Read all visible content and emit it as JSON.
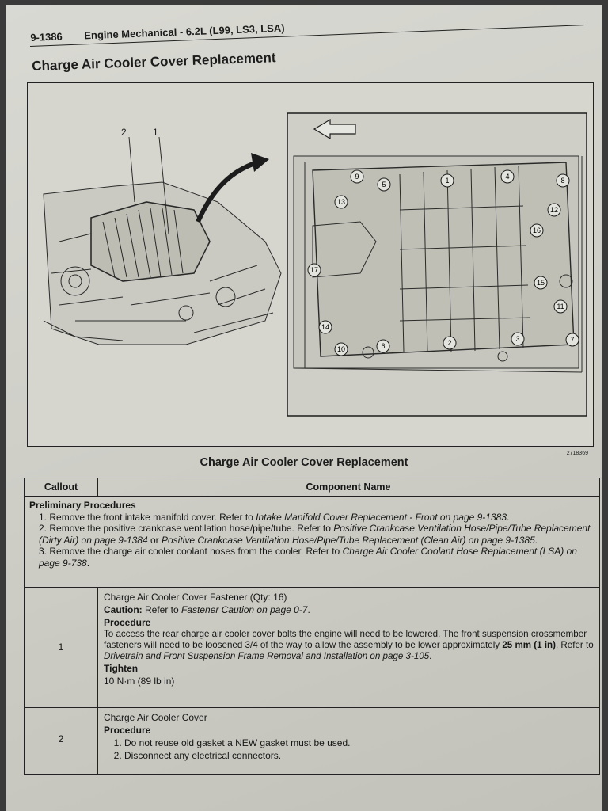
{
  "header": {
    "page_number": "9-1386",
    "manual_section": "Engine Mechanical - 6.2L (L99, LS3, LSA)",
    "section_title": "Charge Air Cooler Cover Replacement"
  },
  "figure": {
    "left_callouts": [
      "2",
      "1"
    ],
    "bolt_callouts": [
      "1",
      "2",
      "3",
      "4",
      "5",
      "6",
      "7",
      "8",
      "9",
      "10",
      "11",
      "12",
      "13",
      "14",
      "15",
      "16",
      "17"
    ],
    "figure_id": "2718369"
  },
  "table": {
    "title": "Charge Air Cooler Cover Replacement",
    "headers": {
      "callout": "Callout",
      "component": "Component Name"
    },
    "preliminary": {
      "heading": "Preliminary Procedures",
      "items": [
        {
          "num": "1.",
          "text": "Remove the front intake manifold cover. Refer to ",
          "ref": "Intake Manifold Cover Replacement - Front on page 9-1383",
          "tail": "."
        },
        {
          "num": "2.",
          "text": "Remove the positive crankcase ventilation hose/pipe/tube. Refer to ",
          "ref": "Positive Crankcase Ventilation Hose/Pipe/Tube Replacement (Dirty Air) on page 9-1384",
          "mid": " or ",
          "ref2": "Positive Crankcase Ventilation Hose/Pipe/Tube Replacement (Clean Air) on page 9-1385",
          "tail": "."
        },
        {
          "num": "3.",
          "text": "Remove the charge air cooler coolant hoses from the cooler. Refer to ",
          "ref": "Charge Air Cooler Coolant Hose Replacement (LSA) on page 9-738",
          "tail": "."
        }
      ]
    },
    "rows": [
      {
        "callout": "1",
        "name": "Charge Air Cooler Cover Fastener (Qty: 16)",
        "caution_label": "Caution:",
        "caution_text": "Refer to ",
        "caution_ref": "Fastener Caution on page 0-7",
        "caution_tail": ".",
        "procedure_label": "Procedure",
        "procedure_text": "To access the rear charge air cooler cover bolts the engine will need to be lowered. The front suspension crossmember fasteners will need to be loosened 3/4 of the way to allow the assembly to be lower approximately ",
        "procedure_bold": "25 mm (1 in)",
        "procedure_text2": ". Refer to ",
        "procedure_ref": "Drivetrain and Front Suspension Frame Removal and Installation on page 3-105",
        "procedure_tail": ".",
        "tighten_label": "Tighten",
        "tighten_value": "10 N·m (89 lb in)"
      },
      {
        "callout": "2",
        "name": "Charge Air Cooler Cover",
        "procedure_label": "Procedure",
        "steps": [
          "Do not reuse old gasket a NEW gasket must be used.",
          "Disconnect any electrical connectors."
        ]
      }
    ]
  },
  "colors": {
    "paper": "#d2d2cb",
    "ink": "#1c1c1c",
    "background": "#3a3a3a"
  }
}
